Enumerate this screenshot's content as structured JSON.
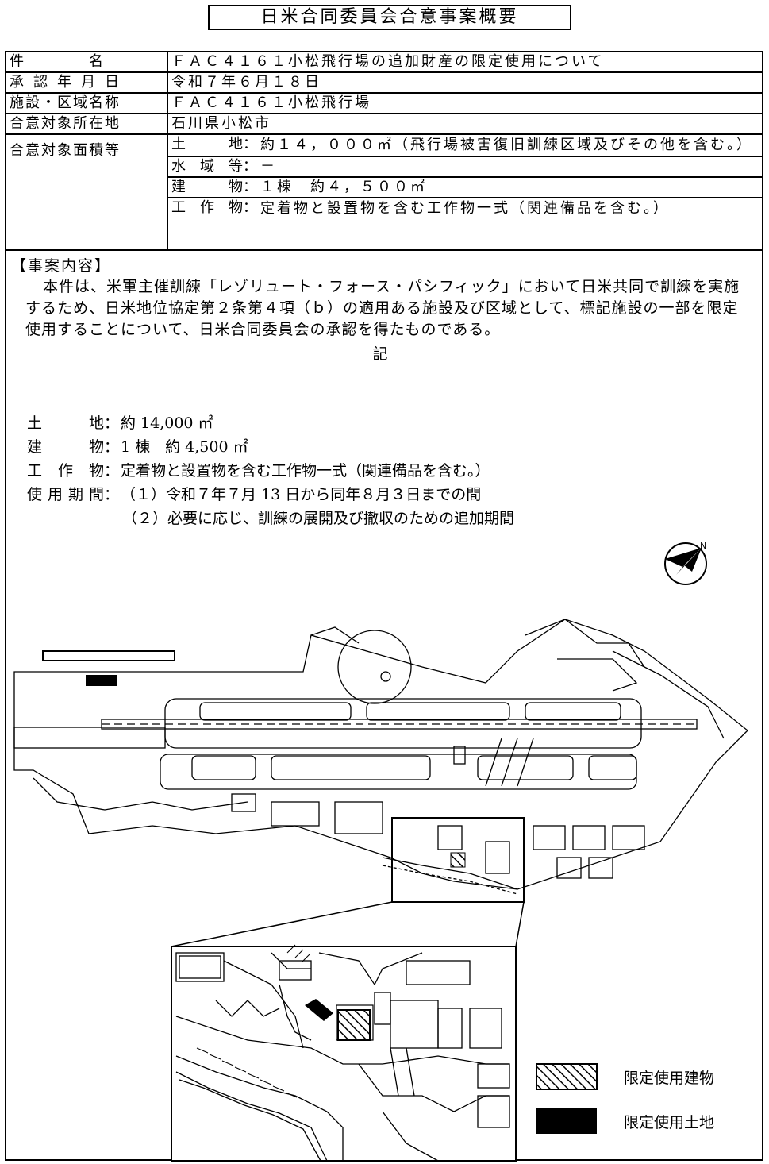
{
  "title": "日米合同委員会合意事案概要",
  "info": {
    "rows": [
      {
        "label": "件　　　　名",
        "value": "ＦＡＣ４１６１小松飛行場の追加財産の限定使用について"
      },
      {
        "label": "承認年月日",
        "value": "令和７年６月１８日"
      },
      {
        "label": "施設・区域名称",
        "value": "ＦＡＣ４１６１小松飛行場"
      },
      {
        "label": "合意対象所在地",
        "value": "石川県小松市"
      }
    ],
    "area_label": "合意対象面積等",
    "area_items": [
      {
        "key": "土　地",
        "value": "約１４，０００㎡（飛行場被害復旧訓練区域及びその他を含む。）"
      },
      {
        "key": "水域等",
        "value": "－"
      },
      {
        "key": "建　物",
        "value": "１棟　約４，５００㎡"
      },
      {
        "key": "工作物",
        "value": "定着物と設置物を含む工作物一式（関連備品を含む。）"
      }
    ]
  },
  "content": {
    "heading": "【事案内容】",
    "body": "本件は、米軍主催訓練「レゾリュート・フォース・パシフィック」において日米共同で訓練を実施するため、日米地位協定第２条第４項（ｂ）の適用ある施設及び区域として、標記施設の一部を限定使用することについて、日米合同委員会の承認を得たものである。",
    "ki": "記"
  },
  "details": {
    "land": {
      "key": "土　地",
      "value": "約 14,000 ㎡"
    },
    "building": {
      "key": "建　物",
      "value": "1 棟　約 4,500 ㎡"
    },
    "structure": {
      "key": "工作物",
      "value": "定着物と設置物を含む工作物一式（関連備品を含む。）"
    },
    "period": {
      "key": "使用期間",
      "item1": "（１）令和７年７月 13 日から同年８月３日までの間",
      "item2": "（２）必要に応じ、訓練の展開及び撤収のための追加期間"
    }
  },
  "map": {
    "north_label": "N",
    "legend": [
      {
        "label": "限定使用建物",
        "pattern": "hatch"
      },
      {
        "label": "限定使用土地",
        "pattern": "solid"
      }
    ]
  }
}
